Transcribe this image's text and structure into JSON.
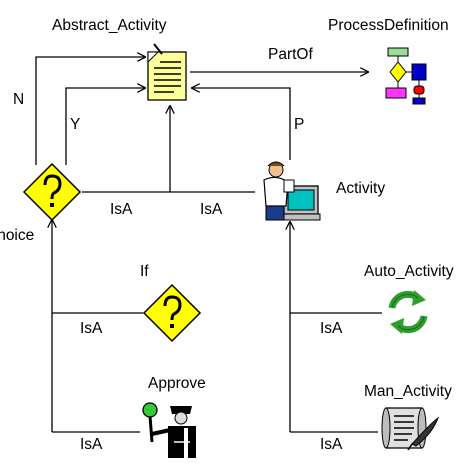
{
  "nodes": {
    "abstract_activity": {
      "label": "Abstract_Activity",
      "icon": "document-icon"
    },
    "process_definition": {
      "label": "ProcessDefinition",
      "icon": "flowchart-icon"
    },
    "choice": {
      "label": "Choice",
      "icon": "question-diamond-icon"
    },
    "activity": {
      "label": "Activity",
      "icon": "person-at-computer-icon"
    },
    "if": {
      "label": "If",
      "icon": "question-diamond-icon"
    },
    "auto_activity": {
      "label": "Auto_Activity",
      "icon": "recycle-arrows-icon"
    },
    "approve": {
      "label": "Approve",
      "icon": "traffic-officer-icon"
    },
    "man_activity": {
      "label": "Man_Activity",
      "icon": "scroll-quill-icon"
    }
  },
  "edges": {
    "part_of": "PartOf",
    "n": "N",
    "y": "Y",
    "p": "P",
    "isa_choice": "IsA",
    "isa_activity": "IsA",
    "isa_if": "IsA",
    "isa_approve": "IsA",
    "isa_auto": "IsA",
    "isa_man": "IsA"
  },
  "colors": {
    "line": "#000000",
    "diamond_fill": "#ffff00",
    "document_fill": "#ffff99",
    "recycle_green": "#2e9e2e",
    "flow_green": "#99dd99",
    "flow_magenta": "#ff33ff",
    "flow_blue": "#0000cc",
    "flow_red": "#ff0000"
  }
}
